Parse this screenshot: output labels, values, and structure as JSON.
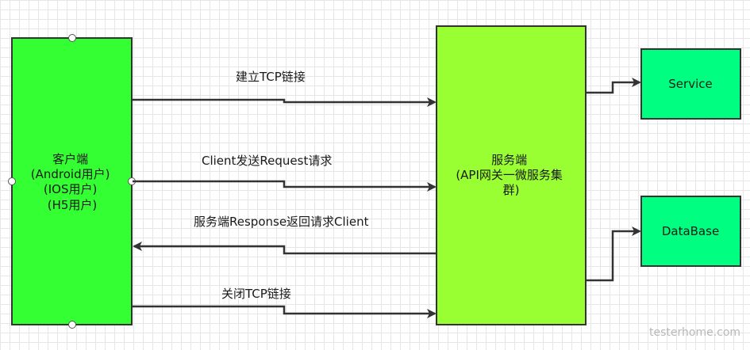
{
  "colors": {
    "client_fill": "#33ff33",
    "server_fill": "#99ff33",
    "service_fill": "#00ff80",
    "stroke": "#333333"
  },
  "nodes": {
    "client": {
      "lines": [
        "客户端",
        "(Android用户)",
        "(IOS用户)",
        "(H5用户)"
      ]
    },
    "server": {
      "lines": [
        "服务端",
        "(API网关一微服务集",
        "群)"
      ]
    },
    "service": {
      "label": "Service"
    },
    "database": {
      "label": "DataBase"
    }
  },
  "edges": [
    {
      "label": "建立TCP链接",
      "direction": "client-to-server"
    },
    {
      "label": "Client发送Request请求",
      "direction": "client-to-server"
    },
    {
      "label": "服务端Response返回请求Client",
      "direction": "server-to-client"
    },
    {
      "label": "关闭TCP链接",
      "direction": "client-to-server"
    }
  ],
  "watermark": "testerhome.com"
}
